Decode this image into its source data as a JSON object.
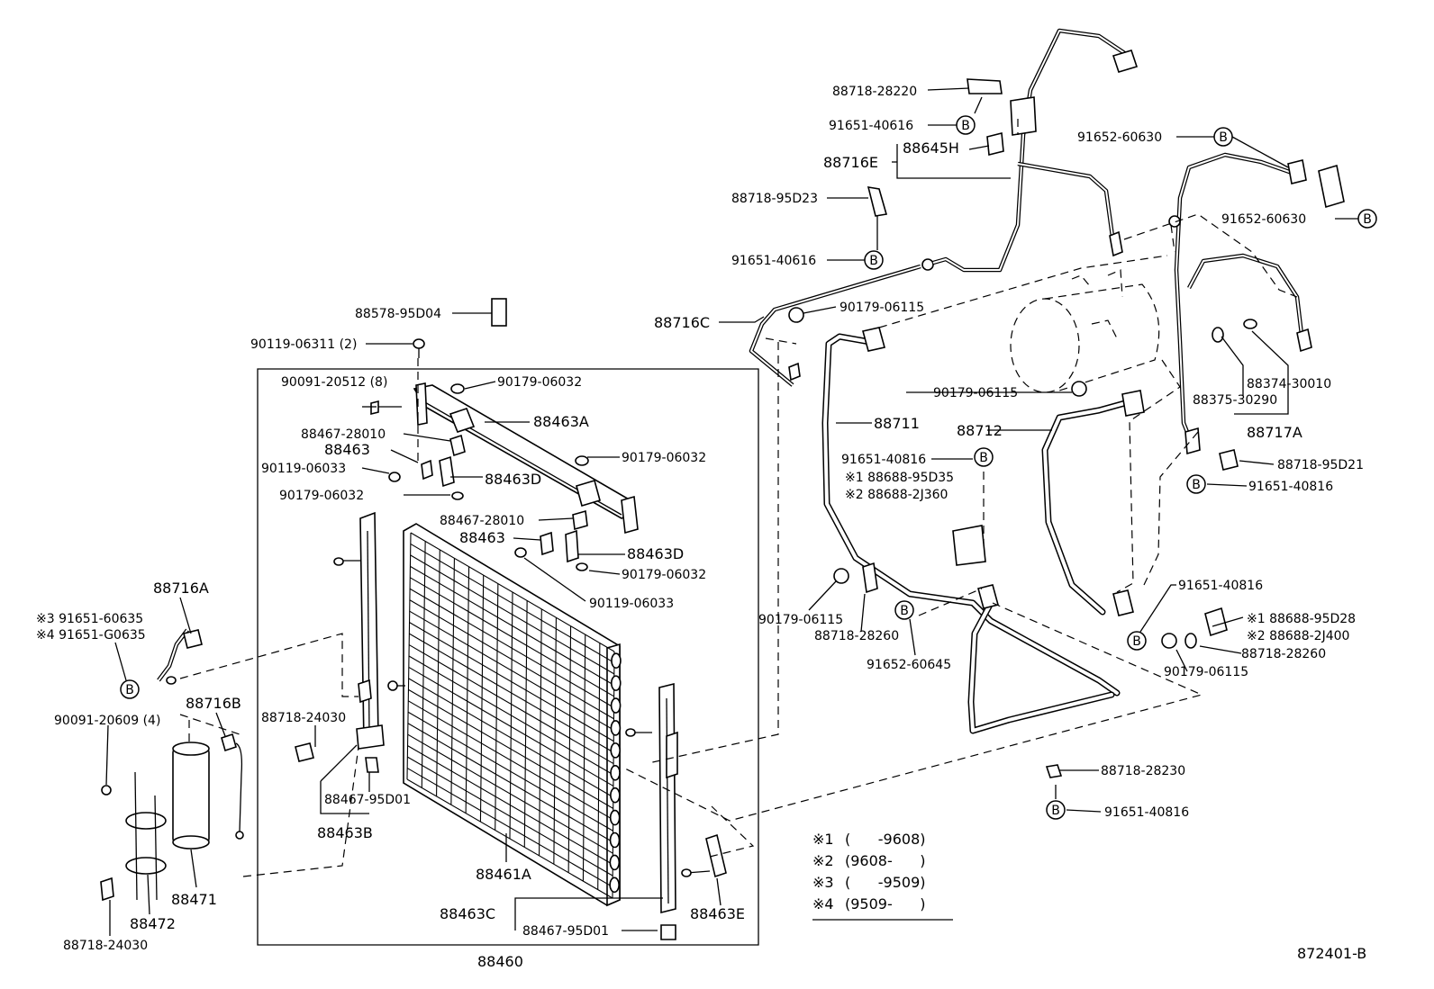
{
  "labels": {
    "p_88718_28220": "88718-28220",
    "p_91651_40616_a": "91651-40616",
    "p_88645H": "88645H",
    "p_88716E": "88716E",
    "p_91652_60630_a": "91652-60630",
    "p_91652_60630_b": "91652-60630",
    "p_88718_95D23": "88718-95D23",
    "p_91651_40616_b": "91651-40616",
    "p_88578_95D04": "88578-95D04",
    "p_88716C": "88716C",
    "p_90179_06115_a": "90179-06115",
    "p_90119_06311": "90119-06311 (2)",
    "p_90091_20512": "90091-20512 (8)",
    "p_90179_06032_a": "90179-06032",
    "p_88463A": "88463A",
    "p_88467_28010_a": "88467-28010",
    "p_88463_a": "88463",
    "p_90179_06032_b": "90179-06032",
    "p_90119_06033_a": "90119-06033",
    "p_88463D_a": "88463D",
    "p_90179_06032_c": "90179-06032",
    "p_88467_28010_b": "88467-28010",
    "p_88463_b": "88463",
    "p_88463D_b": "88463D",
    "p_90179_06032_d": "90179-06032",
    "p_90119_06033_b": "90119-06033",
    "p_90179_06115_b": "90179-06115",
    "p_88711": "88711",
    "p_88712": "88712",
    "p_88374_30010": "88374-30010",
    "p_88375_30290": "88375-30290",
    "p_88717A": "88717A",
    "p_91651_40816_a": "91651-40816",
    "p_88688_95D35": "※1 88688-95D35",
    "p_88688_2J360": "※2 88688-2J360",
    "p_88718_95D21": "88718-95D21",
    "p_91651_40816_b": "91651-40816",
    "p_91651_40816_c": "91651-40816",
    "p_88688_95D28": "※1 88688-95D28",
    "p_88688_2J400": "※2 88688-2J400",
    "p_88718_28260_b": "88718-28260",
    "p_90179_06115_d": "90179-06115",
    "p_90179_06115_c": "90179-06115",
    "p_88718_28260_a": "88718-28260",
    "p_91652_60645": "91652-60645",
    "p_88716A": "88716A",
    "p_91651_60635": "※3 91651-60635",
    "p_91651_G0635": "※4 91651-G0635",
    "p_88716B": "88716B",
    "p_90091_20609": "90091-20609 (4)",
    "p_88718_24030_a": "88718-24030",
    "p_88467_95D01_a": "88467-95D01",
    "p_88463B": "88463B",
    "p_88471": "88471",
    "p_88472": "88472",
    "p_88718_24030_b": "88718-24030",
    "p_88461A": "88461A",
    "p_88463C": "88463C",
    "p_88467_95D01_b": "88467-95D01",
    "p_88463E": "88463E",
    "p_88460": "88460",
    "p_88718_28230": "88718-28230",
    "p_91651_40816_d": "91651-40816",
    "diagram_id": "872401-B"
  },
  "legend": [
    {
      "mark": "※1",
      "range": "(      -9608)"
    },
    {
      "mark": "※2",
      "range": "(9608-      )"
    },
    {
      "mark": "※3",
      "range": "(      -9509)"
    },
    {
      "mark": "※4",
      "range": "(9509-      )"
    }
  ],
  "callout_letter": "B"
}
